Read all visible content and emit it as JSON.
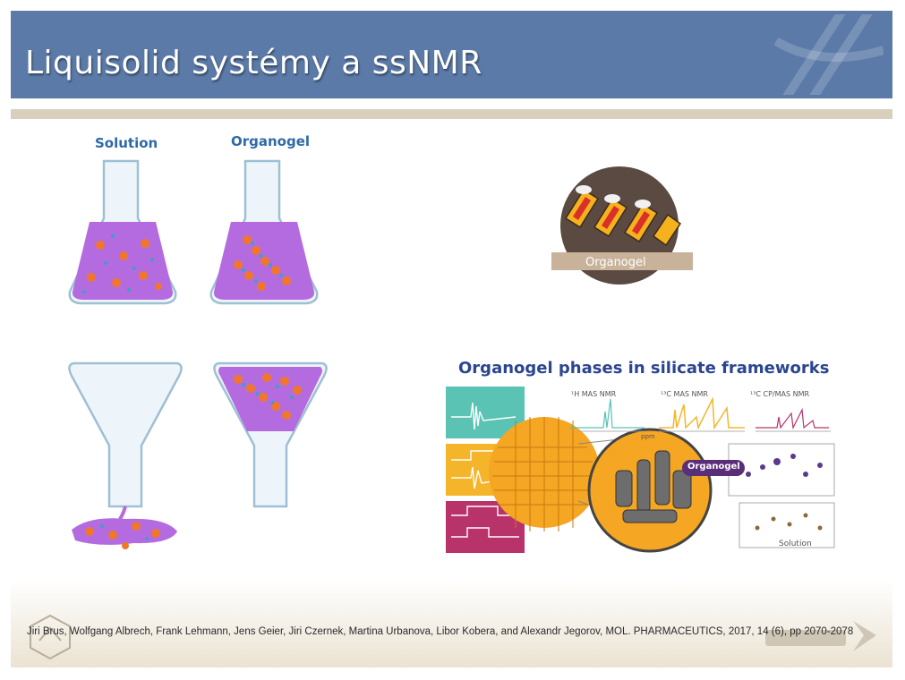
{
  "slide": {
    "title": "Liquisolid systémy a ssNMR",
    "reference": "Jiri Brus, Wolfgang Albrech, Frank Lehmann, Jens Geier, Jiri Czernek, Martina Urbanova, Libor Kobera, and Alexandr Jegorov, MOL. PHARMACEUTICS, 2017, 14 (6), pp 2070-2078"
  },
  "left_figure": {
    "label_solution": "Solution",
    "label_organogel": "Organogel"
  },
  "right_figure": {
    "organogel_badge": "Organogel",
    "abstract_title": "Organogel phases in silicate frameworks",
    "spectrum_labels": [
      "¹H MAS NMR",
      "¹³C MAS NMR",
      "¹³C CP/MAS NMR"
    ],
    "ppm_label": "ppm",
    "particle_label": "Organogel",
    "solution_label": "Solution"
  },
  "colors": {
    "title_bar": "#5b7aa8",
    "rule": "#d9cfbd",
    "liquid": "#b56be0",
    "drug": "#f0772a",
    "solution_label": "#2e6aa8"
  }
}
